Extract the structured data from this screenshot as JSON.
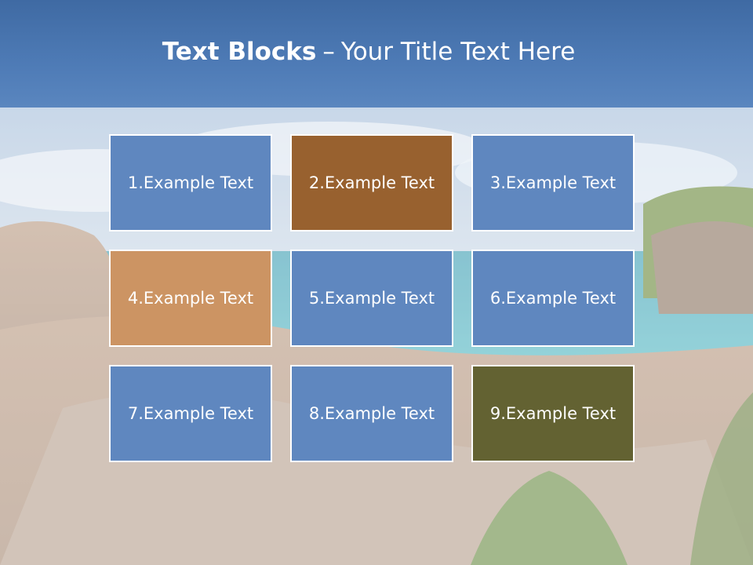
{
  "title": {
    "bold": "Text Blocks",
    "separator": "–",
    "rest": "Your Title Text Here"
  },
  "blocks": [
    {
      "label": "1.Example Text",
      "color": "#5f87bf"
    },
    {
      "label": "2.Example Text",
      "color": "#98612f"
    },
    {
      "label": "3.Example Text",
      "color": "#5f87bf"
    },
    {
      "label": "4.Example Text",
      "color": "#cc9463"
    },
    {
      "label": "5.Example Text",
      "color": "#5f87bf"
    },
    {
      "label": "6.Example Text",
      "color": "#5f87bf"
    },
    {
      "label": "7.Example Text",
      "color": "#5f87bf"
    },
    {
      "label": "8.Example Text",
      "color": "#5f87bf"
    },
    {
      "label": "9.Example Text",
      "color": "#636232"
    }
  ],
  "colors": {
    "header": "#4e7bb6",
    "border": "#ffffff",
    "text": "#ffffff"
  }
}
